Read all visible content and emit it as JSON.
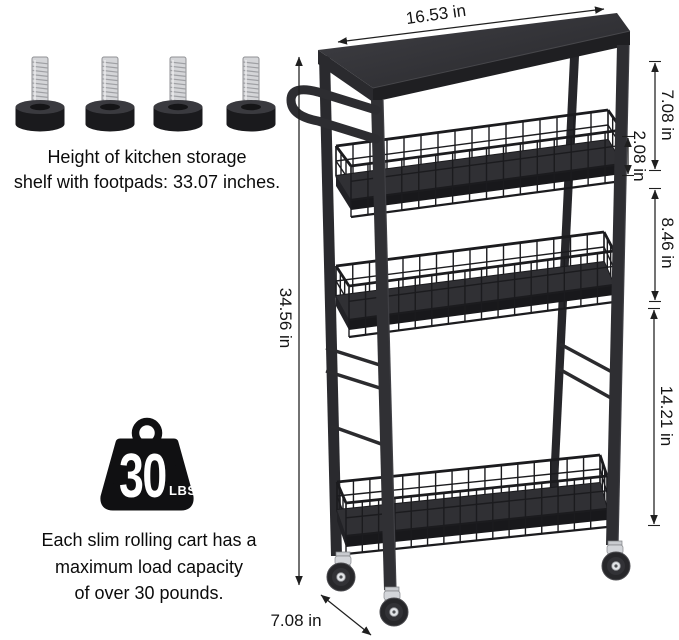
{
  "notes": {
    "footpads": [
      "Height of kitchen storage",
      "shelf with footpads: 33.07 inches."
    ],
    "capacity": [
      "Each slim rolling cart has a",
      "maximum load capacity",
      "of over 30 pounds."
    ]
  },
  "weight_badge": {
    "value": "30",
    "unit": "LBS"
  },
  "dims": {
    "width_top": "16.53 in",
    "height_left": "34.56 in",
    "tier_top": "7.08 in",
    "basket_height": "2.08 in",
    "tier_middle": "8.46 in",
    "tier_bottom": "14.21 in",
    "depth_bottom": "7.08 in"
  },
  "colors": {
    "frame": "#2b2b2f",
    "wire": "#1b1b1e",
    "annotation": "#1f1f1f",
    "background": "#ffffff",
    "caster_metal": "#c9cbcf"
  }
}
